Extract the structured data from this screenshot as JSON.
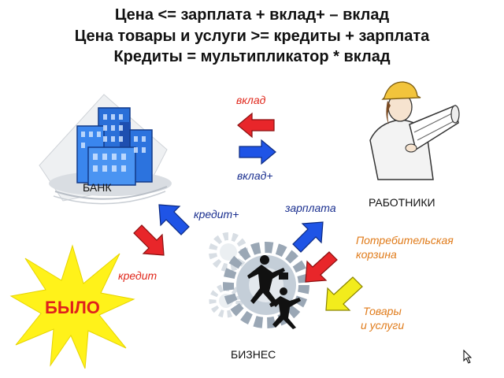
{
  "headings": [
    "Цена <= зарплата + вклад+ – вклад",
    "Цена товары и услуги >= кредиты + зарплата",
    "Кредиты = мультипликатор * вклад"
  ],
  "nodes": {
    "bank": "БАНК",
    "workers": "РАБОТНИКИ",
    "business": "БИЗНЕС",
    "burst": "БЫЛО"
  },
  "flows": {
    "deposit_out": "вклад",
    "deposit_in": "вклад+",
    "credit_plus": "кредит+",
    "credit": "кредит",
    "salary": "зарплата",
    "consumer_basket_line1": "Потребительская",
    "consumer_basket_line2": "корзина",
    "goods_line1": "Товары",
    "goods_line2": "и услуги"
  },
  "colors": {
    "red_arrow": "#e8262a",
    "blue_arrow": "#1f54e6",
    "yellow_arrow": "#f2ec1c",
    "burst": "#fff21a",
    "burst_text": "#e0201c"
  }
}
